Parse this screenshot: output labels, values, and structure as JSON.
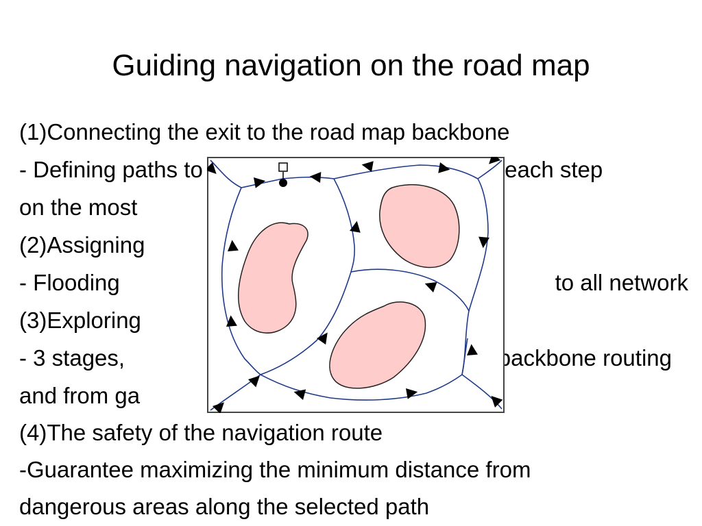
{
  "slide": {
    "title": "Guiding navigation on the road map",
    "lines": [
      "(1)Connecting the exit to the road map backbone",
      "- Defining paths to the backbone and evaluating  each step",
      "on the most",
      "(2)Assigning",
      " - Flooding",
      "to all network",
      "(3)Exploring",
      " - 3 stages,",
      "backbone routing",
      "and from ga",
      "(4)The safety of the navigation route",
      " -Guarantee maximizing the minimum distance from",
      "dangerous areas along the selected path"
    ]
  },
  "colors": {
    "obstacle_fill": "#ffcccc",
    "road_stroke": "#1f3a8a",
    "frame": "#444444"
  }
}
